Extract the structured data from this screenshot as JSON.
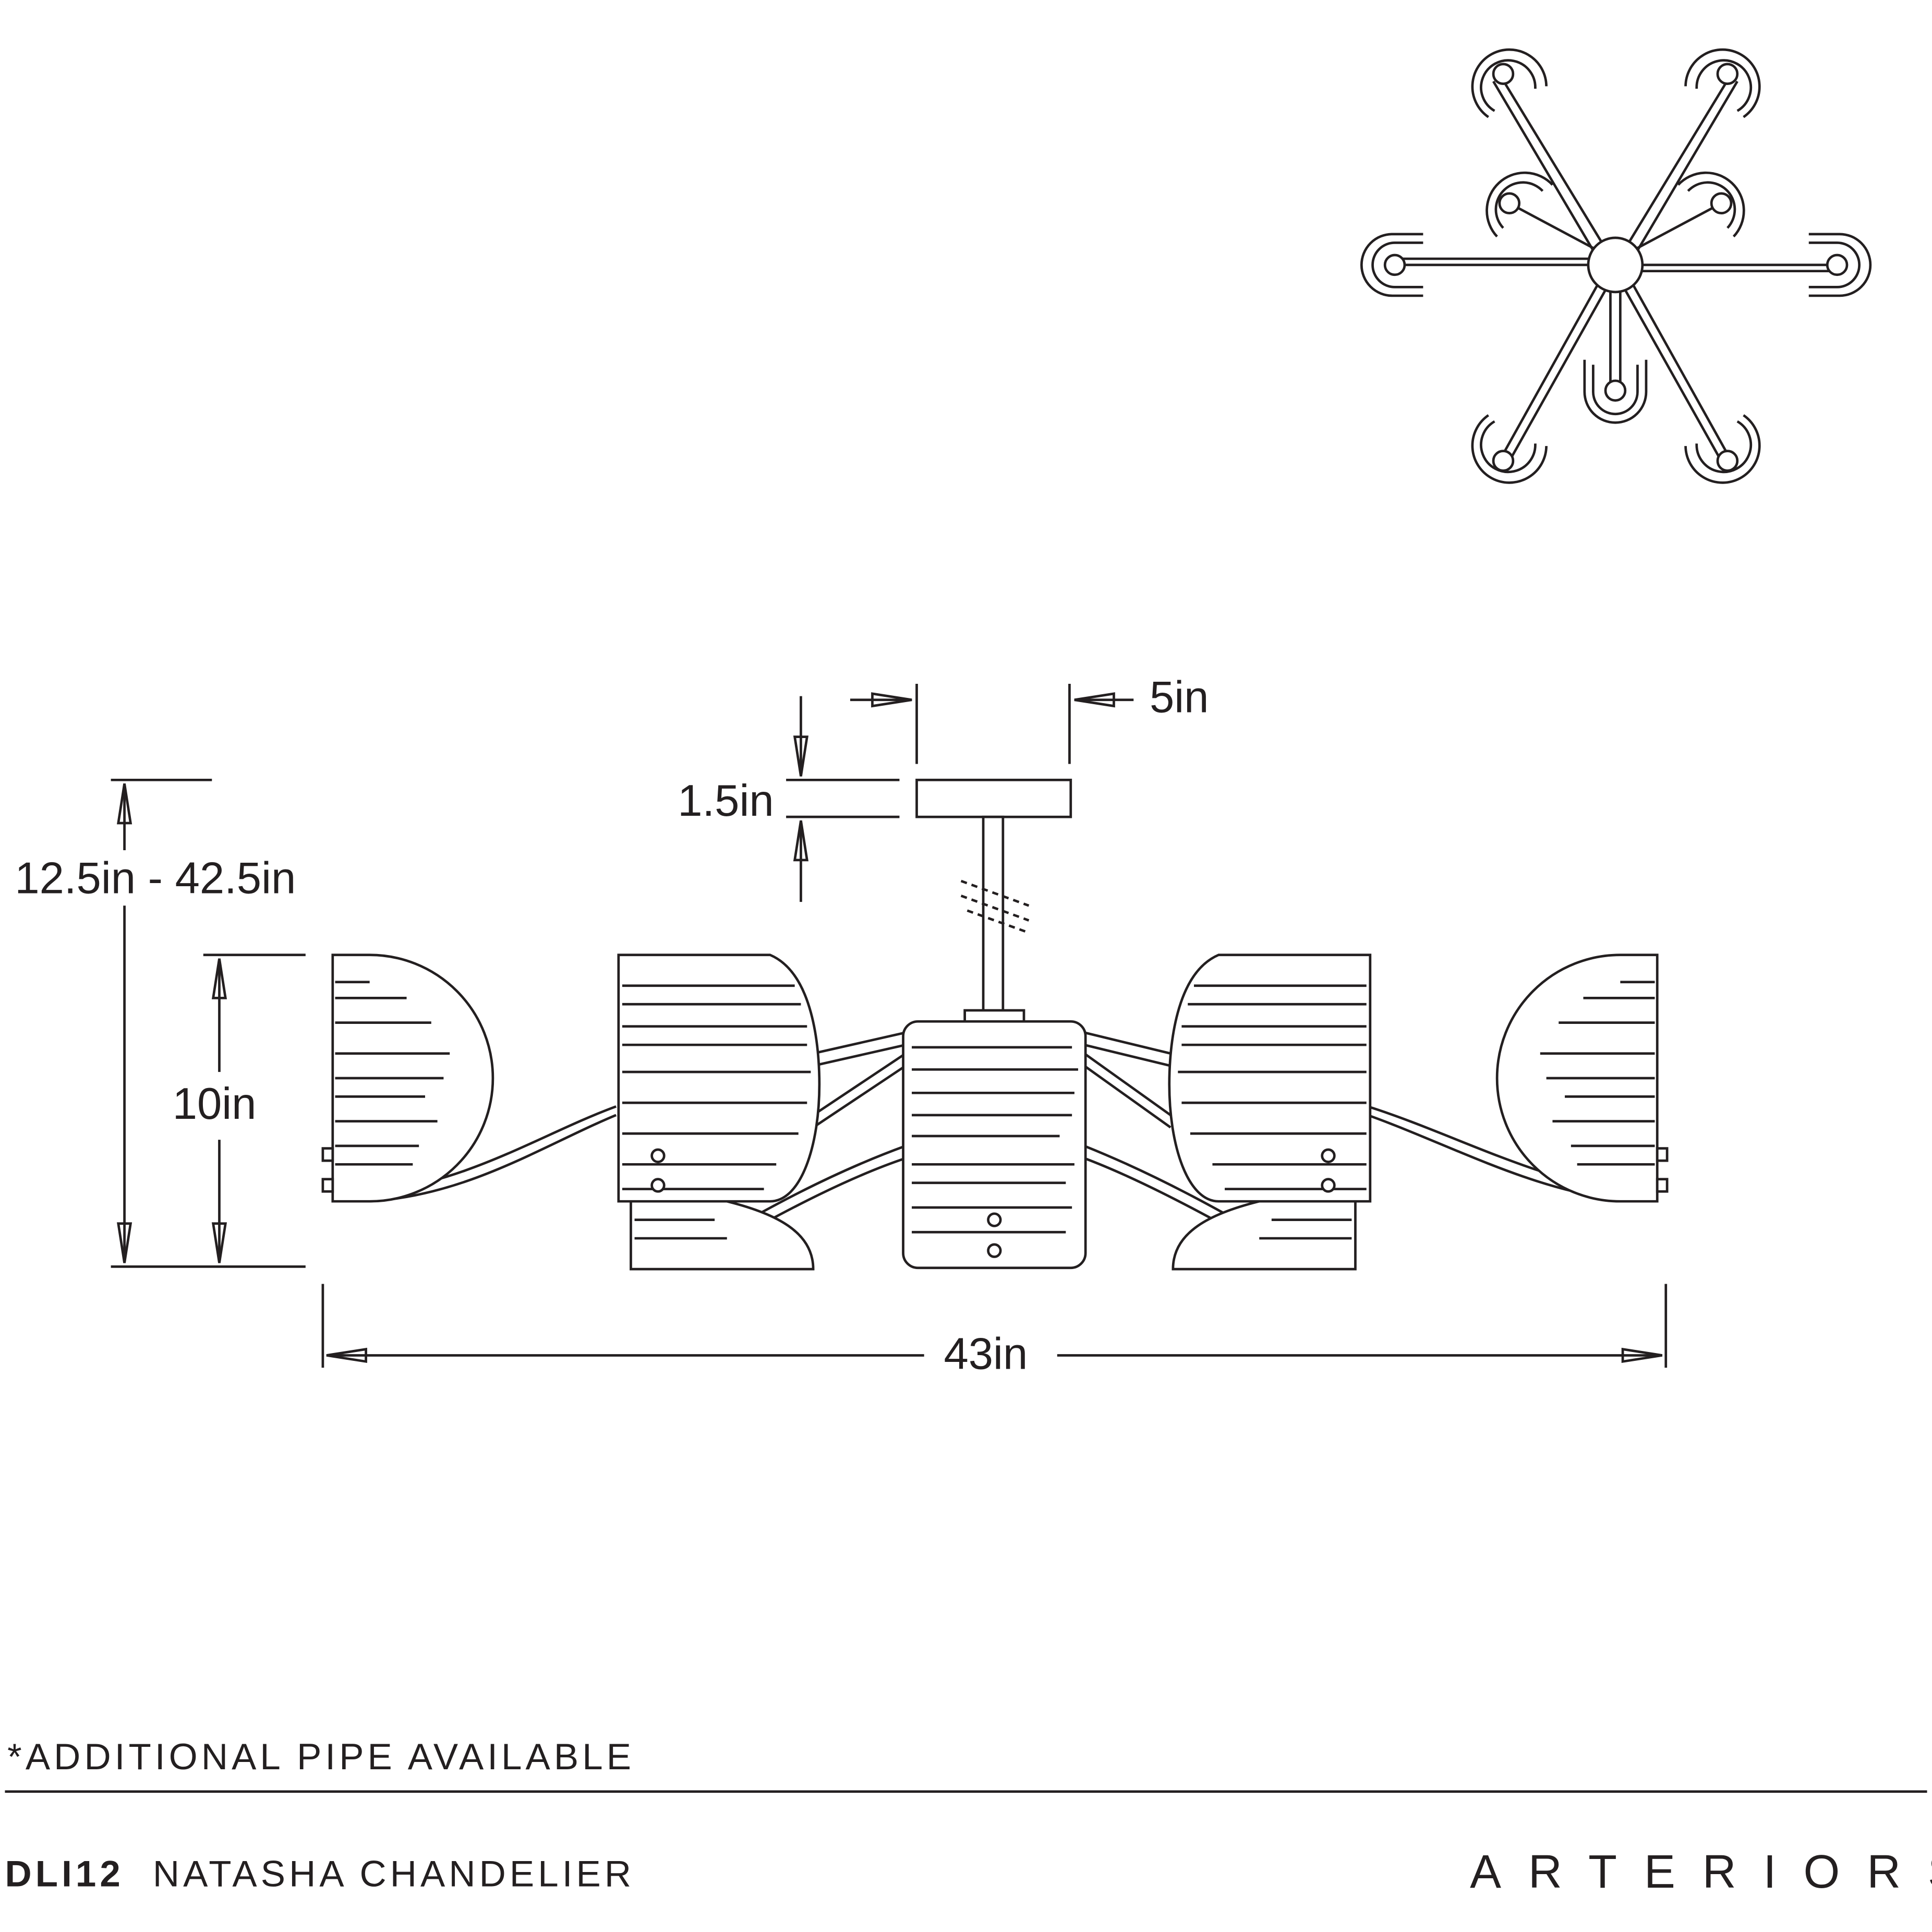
{
  "dimensions": {
    "canopy_width": "5in",
    "canopy_height": "1.5in",
    "overall_height": "12.5in - 42.5in",
    "fixture_height": "10in",
    "overall_width": "43in"
  },
  "footer": {
    "note": "*ADDITIONAL PIPE AVAILABLE",
    "sku": "DLI12",
    "product_name": "NATASHA CHANDELIER",
    "brand": "ARTERIORS"
  },
  "colors": {
    "line": "#231f20",
    "background": "#ffffff"
  }
}
